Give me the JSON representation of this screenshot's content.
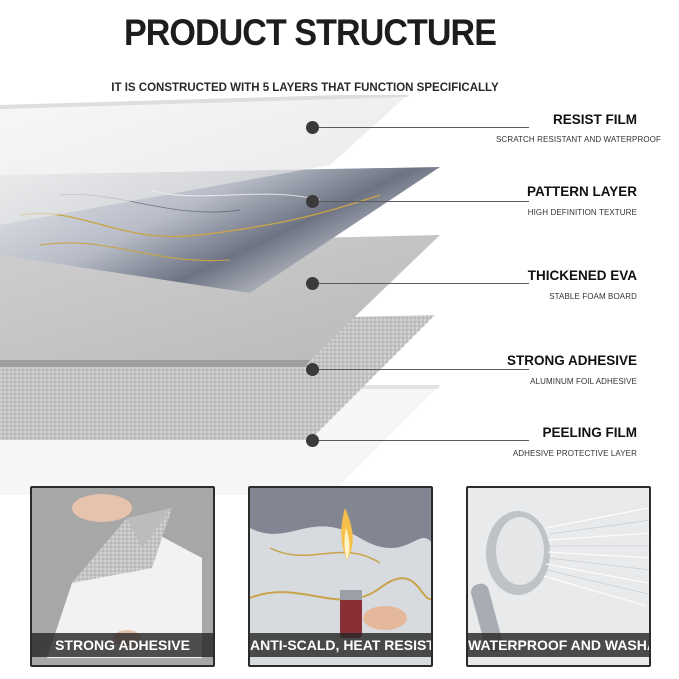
{
  "header": {
    "title": "PRODUCT STRUCTURE",
    "subtitle": "IT IS CONSTRUCTED WITH 5 LAYERS THAT FUNCTION SPECIFICALLY"
  },
  "layers": [
    {
      "name": "RESIST FILM",
      "desc": "SCRATCH RESISTANT AND WATERPROOF"
    },
    {
      "name": "PATTERN LAYER",
      "desc": "HIGH DEFINITION TEXTURE"
    },
    {
      "name": "THICKENED EVA",
      "desc": "STABLE FOAM BOARD"
    },
    {
      "name": "STRONG ADHESIVE",
      "desc": "ALUMINUM FOIL ADHESIVE"
    },
    {
      "name": "PEELING FILM",
      "desc": "ADHESIVE PROTECTIVE LAYER"
    }
  ],
  "features": [
    {
      "label": "STRONG ADHESIVE"
    },
    {
      "label": "ANTI-SCALD, HEAT RESISTANT"
    },
    {
      "label": "WATERPROOF AND WASHABLE"
    }
  ],
  "colors": {
    "marble_light": "#e6e8ec",
    "marble_dark": "#5c6272",
    "gold_vein": "#c9a44a",
    "label_bar": "#2b2b2b"
  }
}
